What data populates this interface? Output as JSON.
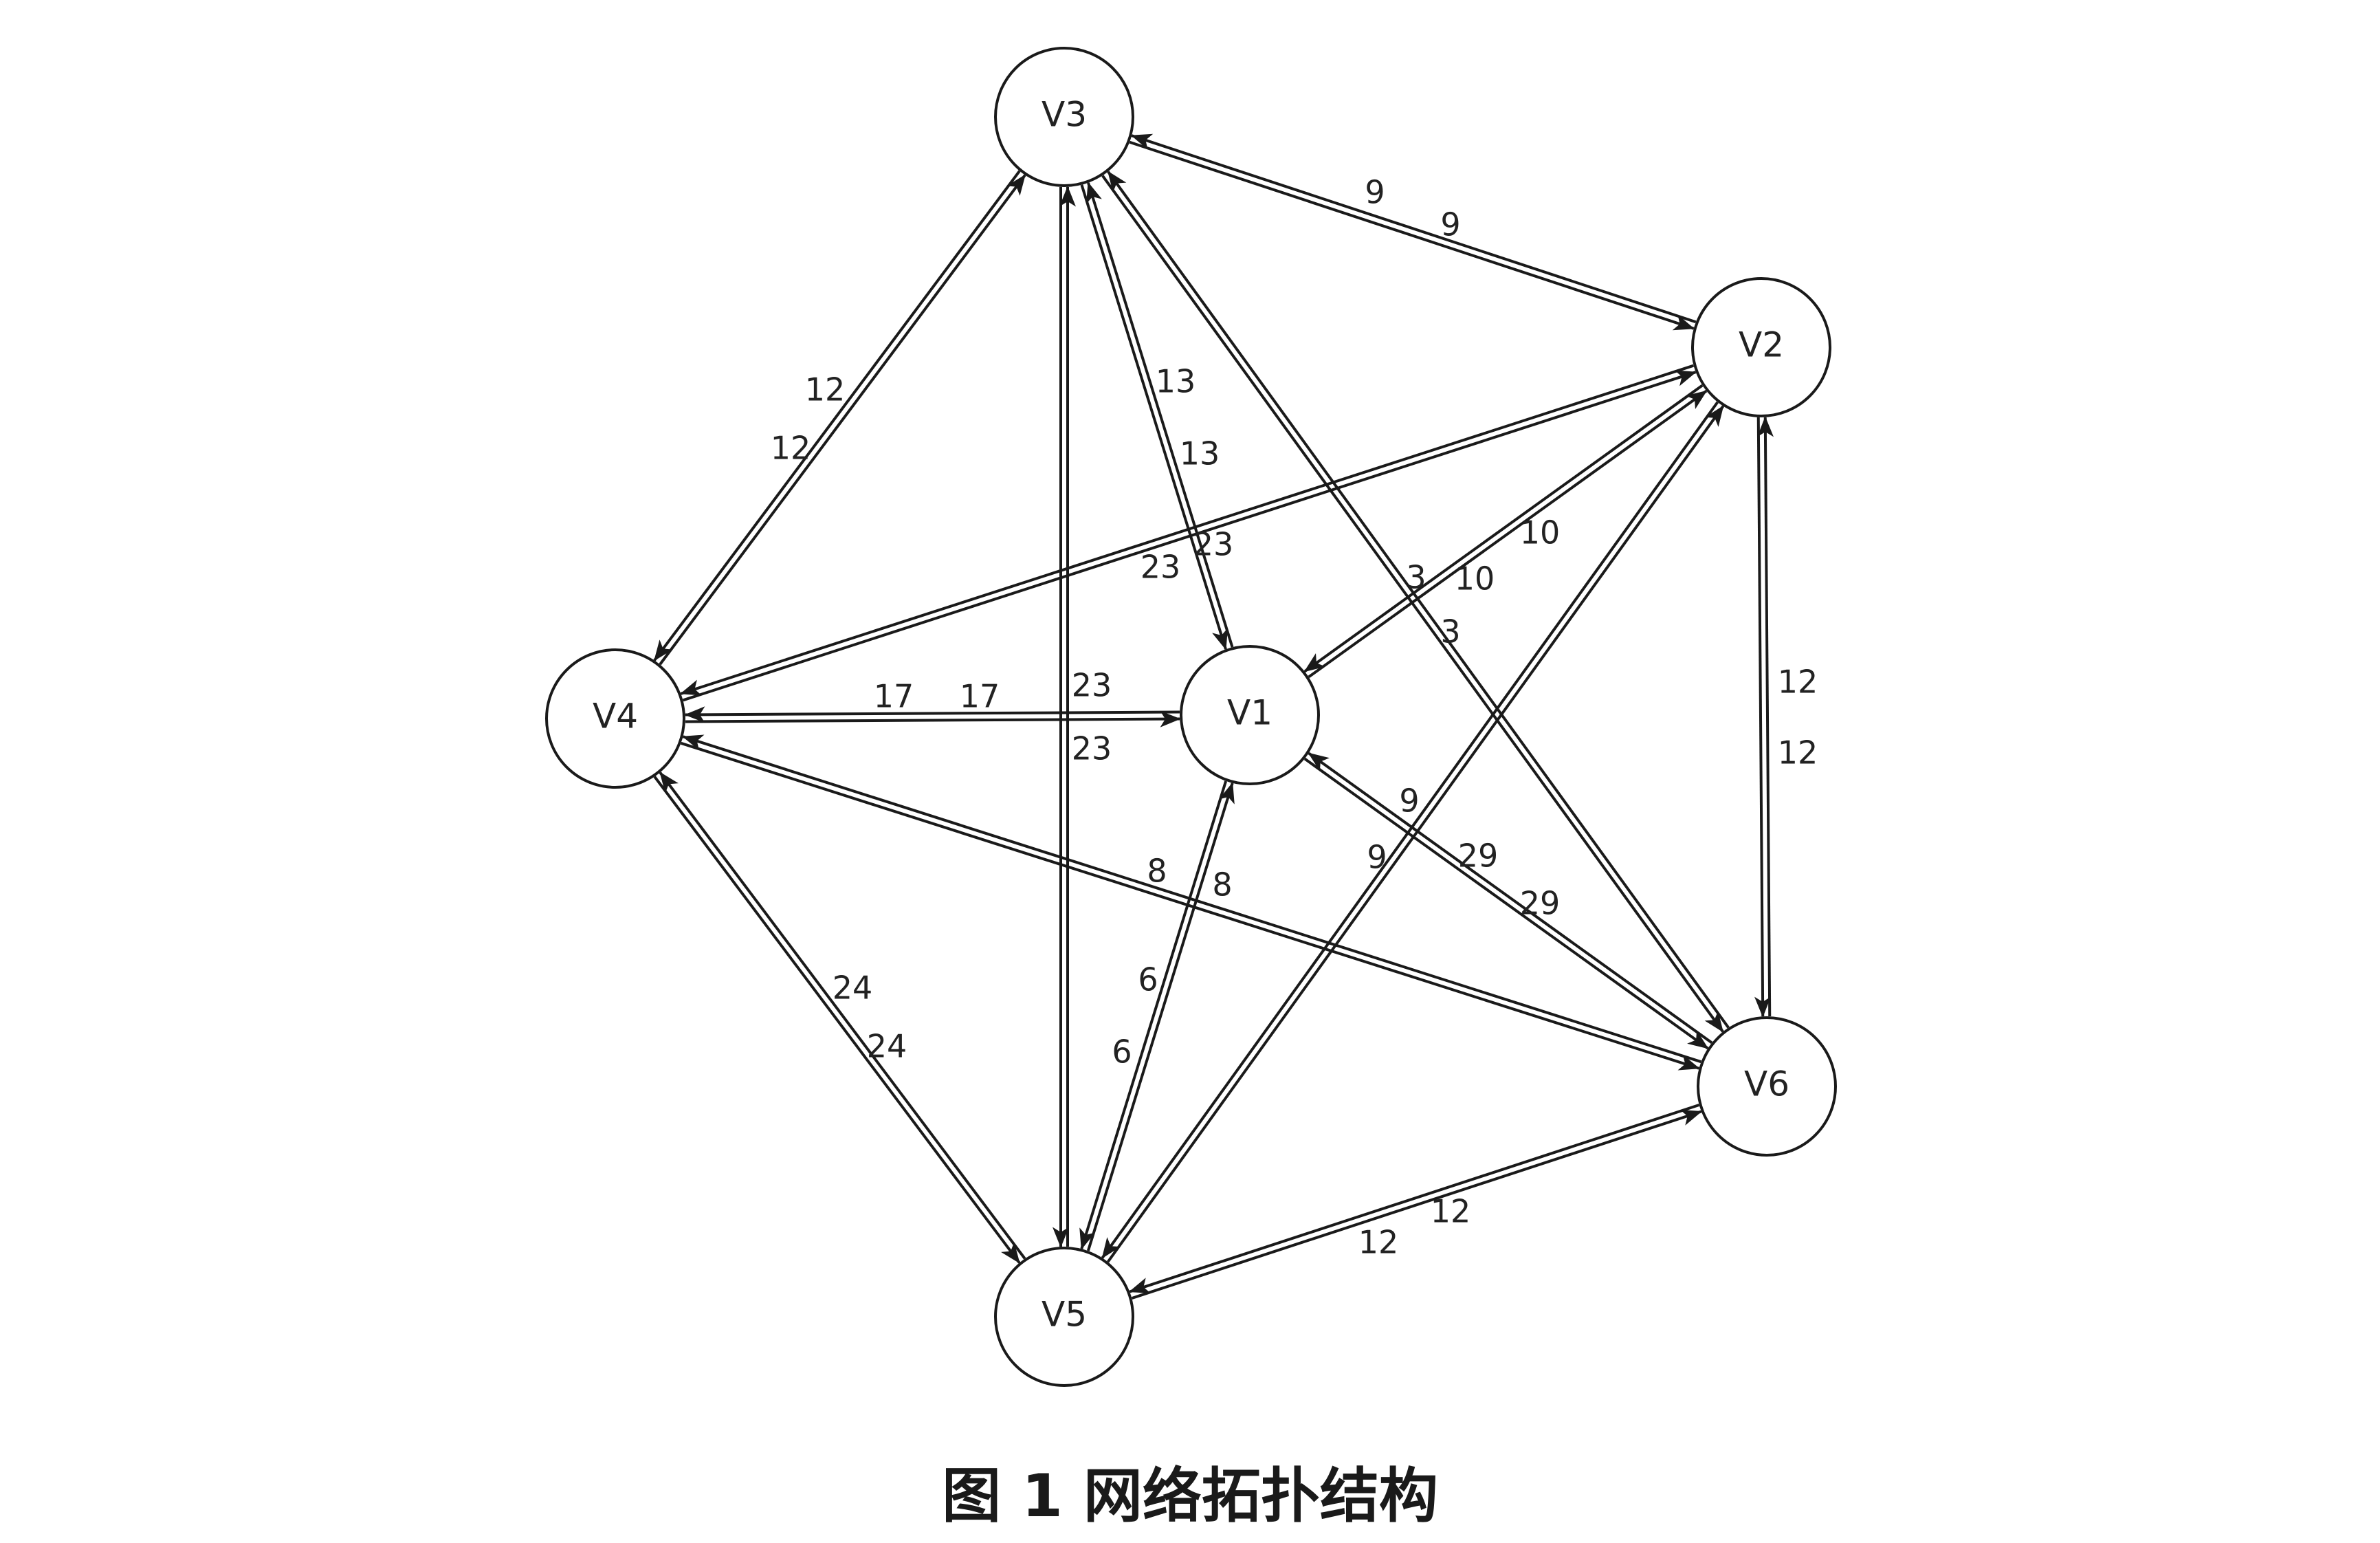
{
  "figure": {
    "caption": "图 1 网络拓扑结构"
  },
  "colors": {
    "stroke": "#1a1a1a",
    "text": "#222222",
    "background": "#ffffff"
  },
  "nodes": [
    {
      "id": "V1",
      "label": "V1"
    },
    {
      "id": "V2",
      "label": "V2"
    },
    {
      "id": "V3",
      "label": "V3"
    },
    {
      "id": "V4",
      "label": "V4"
    },
    {
      "id": "V5",
      "label": "V5"
    },
    {
      "id": "V6",
      "label": "V6"
    }
  ],
  "edges": [
    {
      "from": "V3",
      "to": "V2",
      "weights": [
        "9",
        "9"
      ]
    },
    {
      "from": "V3",
      "to": "V4",
      "weights": [
        "12",
        "12"
      ]
    },
    {
      "from": "V3",
      "to": "V1",
      "weights": [
        "13",
        "13"
      ]
    },
    {
      "from": "V3",
      "to": "V5",
      "weights": []
    },
    {
      "from": "V3",
      "to": "V6",
      "weights": [
        "3",
        "3"
      ]
    },
    {
      "from": "V2",
      "to": "V4",
      "weights": [
        "23",
        "23"
      ]
    },
    {
      "from": "V2",
      "to": "V1",
      "weights": [
        "10",
        "10"
      ]
    },
    {
      "from": "V2",
      "to": "V5",
      "weights": [
        "9",
        "9"
      ]
    },
    {
      "from": "V2",
      "to": "V6",
      "weights": [
        "12",
        "12"
      ]
    },
    {
      "from": "V4",
      "to": "V1",
      "weights": [
        "17",
        "17",
        "23",
        "23"
      ]
    },
    {
      "from": "V4",
      "to": "V6",
      "weights": [
        "8",
        "8"
      ]
    },
    {
      "from": "V4",
      "to": "V5",
      "weights": [
        "24",
        "24"
      ]
    },
    {
      "from": "V1",
      "to": "V5",
      "weights": [
        "6",
        "6"
      ]
    },
    {
      "from": "V1",
      "to": "V6",
      "weights": [
        "29",
        "29"
      ]
    },
    {
      "from": "V5",
      "to": "V6",
      "weights": [
        "12",
        "12"
      ]
    }
  ]
}
